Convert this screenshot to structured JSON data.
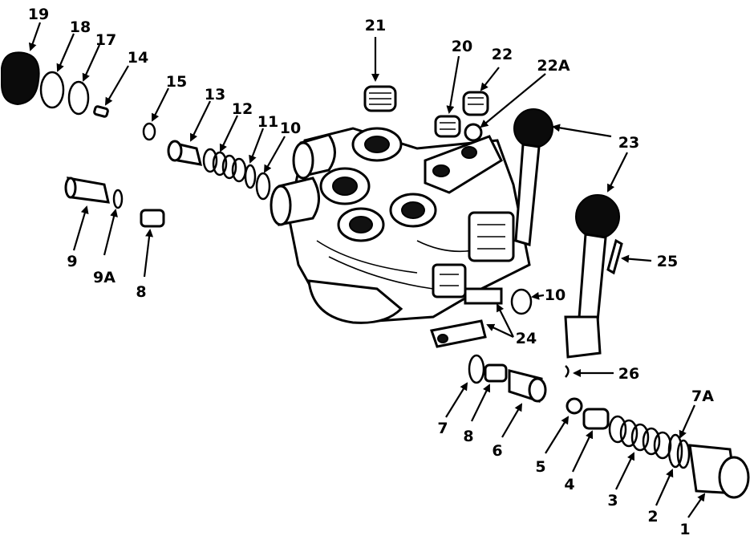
{
  "figure": {
    "callouts": [
      "19",
      "18",
      "17",
      "14",
      "15",
      "13",
      "12",
      "11",
      "10",
      "9",
      "9A",
      "8",
      "21",
      "20",
      "22",
      "22A",
      "23",
      "25",
      "10",
      "24",
      "26",
      "7",
      "8",
      "6",
      "5",
      "4",
      "3",
      "2",
      "7A",
      "1"
    ]
  },
  "colors": {
    "ink": "#000000",
    "paper": "#ffffff"
  }
}
